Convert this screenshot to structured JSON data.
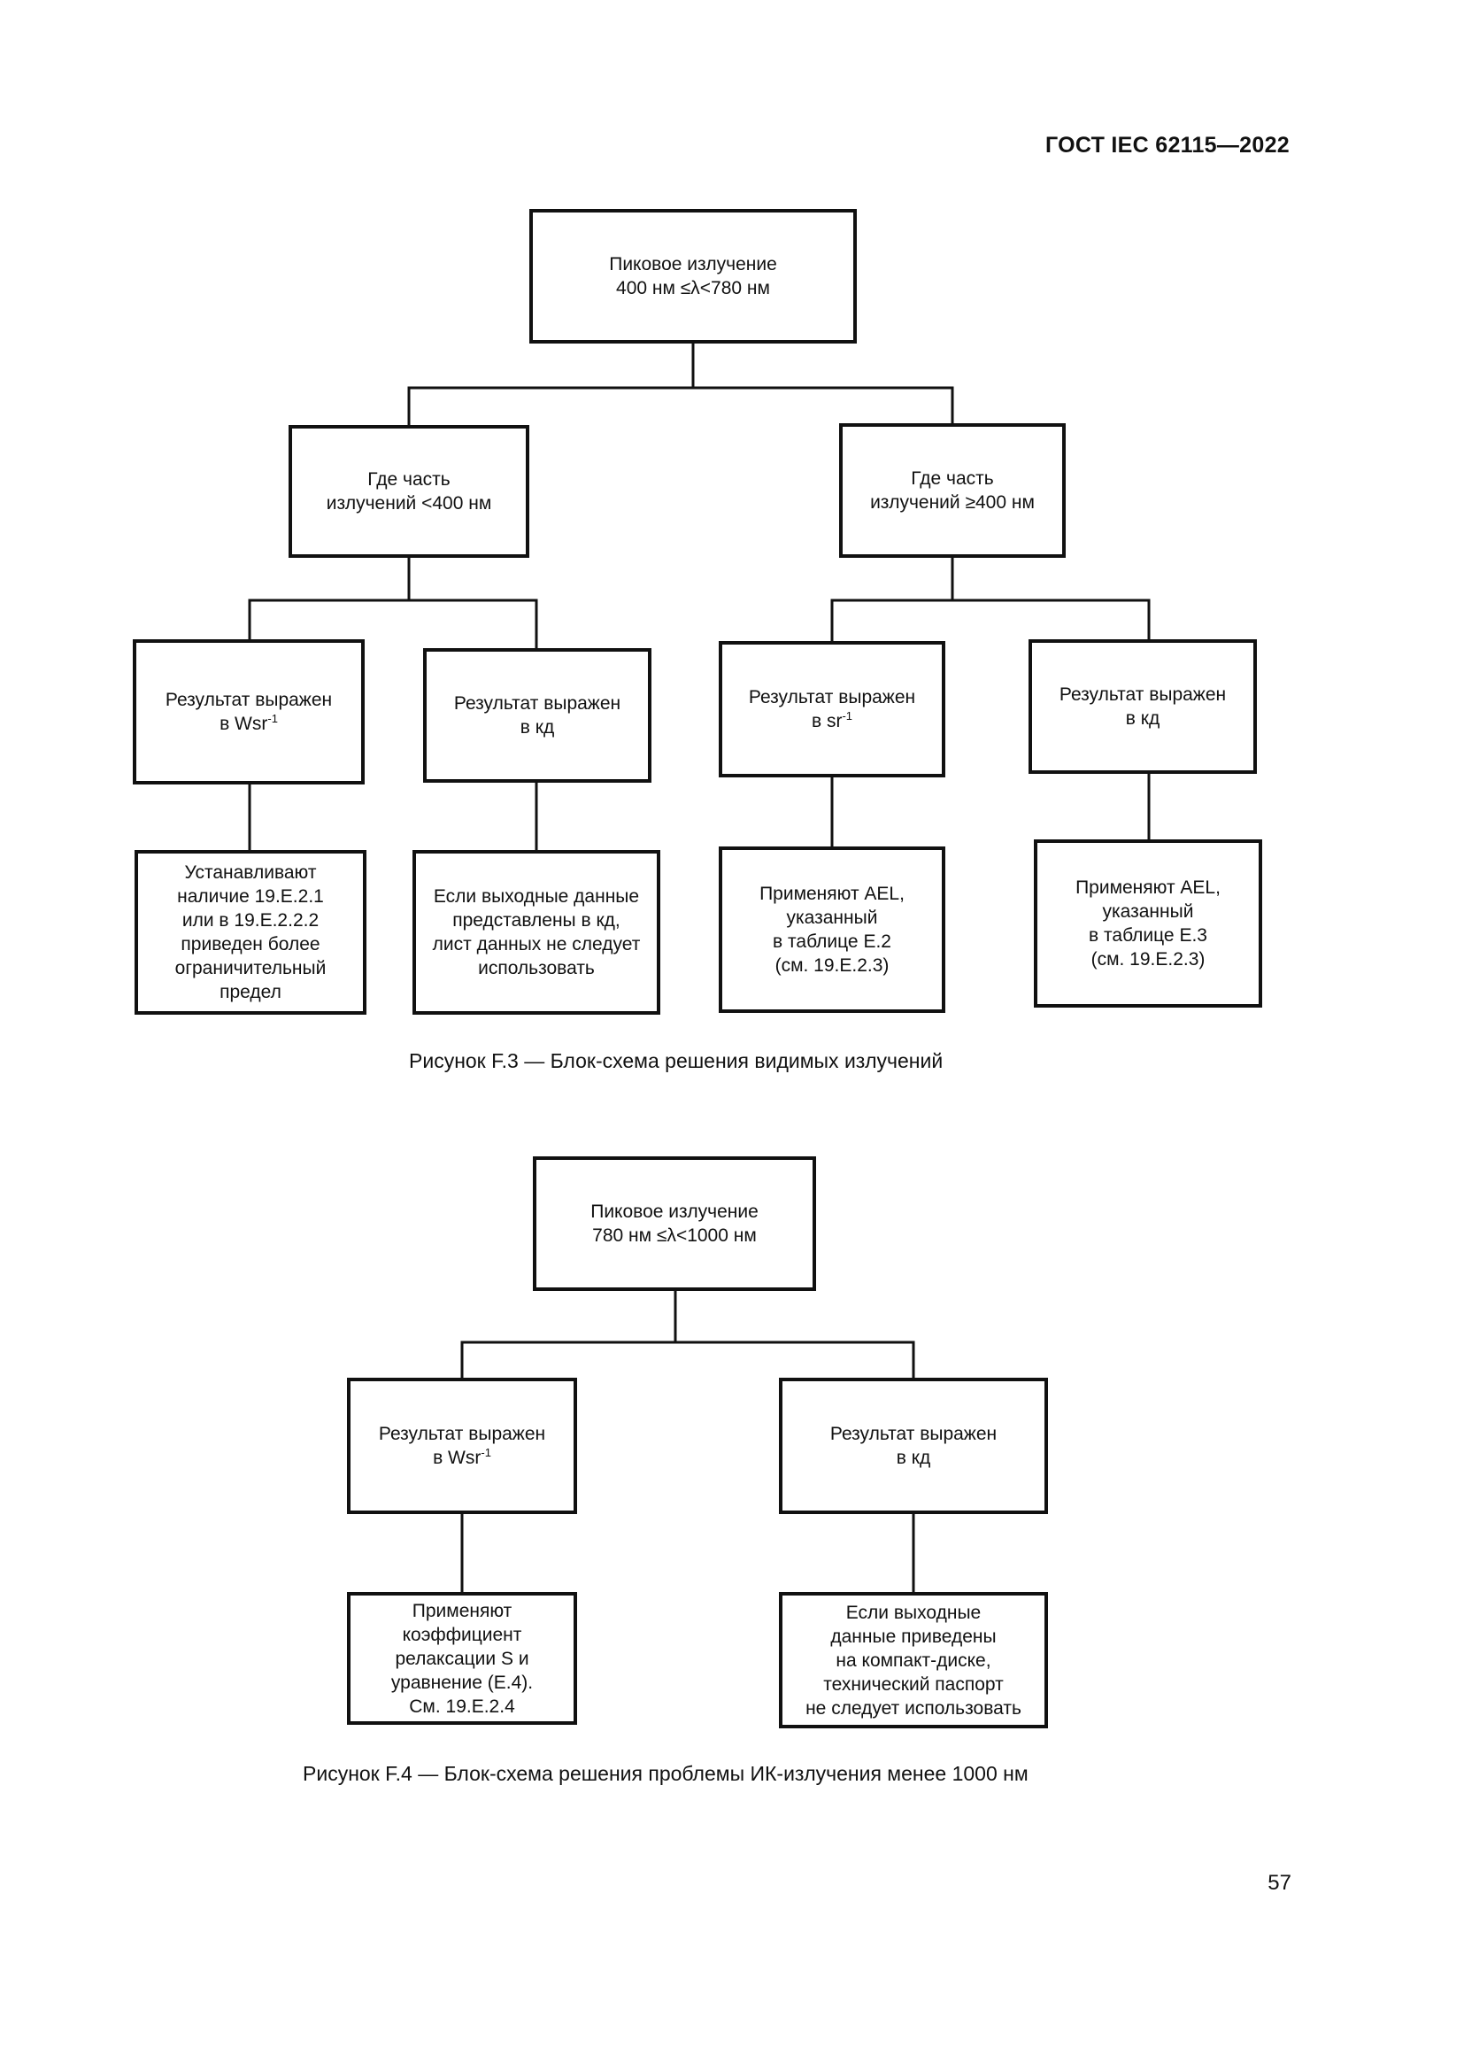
{
  "header": {
    "standard": "ГОСТ IEC 62115—2022"
  },
  "figure_f3": {
    "caption": "Рисунок F.3 — Блок-схема решения видимых излучений",
    "root": "Пиковое излучение\n400 нм ≤λ<780 нм",
    "left_branch": "Где часть\nизлучений <400 нм",
    "right_branch": "Где часть\nизлучений ≥400 нм",
    "result_wsr_text": "Результат выражен\nв Wsr",
    "result_wsr_sup": "-1",
    "result_cd_left": "Результат выражен\nв кд",
    "result_sr_text": "Результат выражен\nв sr",
    "result_sr_sup": "-1",
    "result_cd_right": "Результат выражен\nв кд",
    "outcome_1": "Устанавливают\nналичие 19.E.2.1\nили в 19.E.2.2.2\nприведен более\nограничительный\nпредел",
    "outcome_2": "Если выходные данные\nпредставлены в кд,\nлист данных не следует\nиспользовать",
    "outcome_3": "Применяют AEL,\nуказанный\nв таблице E.2\n(см. 19.E.2.3)",
    "outcome_4": "Применяют AEL,\nуказанный\nв таблице E.3\n(см. 19.E.2.3)"
  },
  "figure_f4": {
    "caption": "Рисунок F.4 — Блок-схема решения проблемы ИК-излучения менее 1000 нм",
    "root": "Пиковое излучение\n780 нм ≤λ<1000 нм",
    "result_wsr_text": "Результат выражен\nв Wsr",
    "result_wsr_sup": "-1",
    "result_cd": "Результат выражен\nв кд",
    "outcome_1": "Применяют\nкоэффициент\nрелаксации S и\nуравнение (E.4).\nСм. 19.E.2.4",
    "outcome_2": "Если выходные\nданные приведены\nна компакт-диске,\nтехнический паспорт\nне следует использовать"
  },
  "footer": {
    "page_number": "57"
  }
}
